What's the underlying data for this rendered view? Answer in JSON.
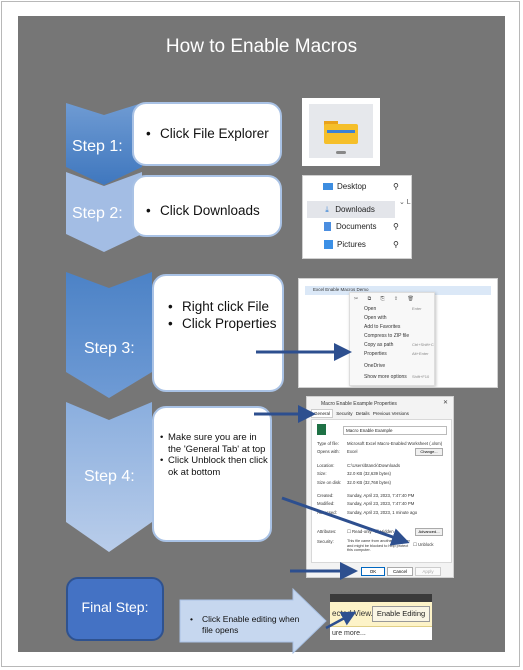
{
  "title": "How to Enable Macros",
  "steps": [
    {
      "label": "Step 1:",
      "bullets": [
        "Click File Explorer"
      ]
    },
    {
      "label": "Step 2:",
      "bullets": [
        "Click Downloads"
      ]
    },
    {
      "label": "Step 3:",
      "bullets": [
        "Right click File",
        "Click Properties"
      ]
    },
    {
      "label": "Step 4:",
      "bullets": [
        "Make sure you are in the 'General Tab' at top",
        "Click Unblock then click ok at bottom"
      ]
    }
  ],
  "final": {
    "label": "Final Step:",
    "bullet": "Click Enable editing when file opens"
  },
  "explorer_nav": {
    "desktop": "Desktop",
    "downloads": "Downloads",
    "documents": "Documents",
    "pictures": "Pictures"
  },
  "context_menu": {
    "tab": "Excel Enable Macros Demo",
    "items": [
      "Open",
      "Open with",
      "Add to Favorites",
      "Compress to ZIP file",
      "Copy as path",
      "Properties",
      "OneDrive",
      "Show more options"
    ],
    "shortcuts": [
      "Enter",
      "Ctrl+Shift+C",
      "Alt+Enter",
      "Shift+F10"
    ]
  },
  "properties": {
    "window_title": "Macro Enable Example Properties",
    "tabs": [
      "General",
      "Security",
      "Details",
      "Previous Versions"
    ],
    "filename": "Macro Enable Example",
    "rows": [
      {
        "k": "Type of file:",
        "v": "Microsoft Excel Macro-Enabled Worksheet (.xlsm)"
      },
      {
        "k": "Opens with:",
        "v": "Excel"
      },
      {
        "k": "Location:",
        "v": "C:\\Users\\btanck\\Downloads"
      },
      {
        "k": "Size:",
        "v": "32.0 KB (32,639 bytes)"
      },
      {
        "k": "Size on disk:",
        "v": "32.0 KB (32,768 bytes)"
      },
      {
        "k": "Created:",
        "v": "Sunday, April 23, 2023, 7:47:40 PM"
      },
      {
        "k": "Modified:",
        "v": "Sunday, April 23, 2023, 7:47:40 PM"
      },
      {
        "k": "Accessed:",
        "v": "Sunday, April 23, 2023, 1 minute ago"
      }
    ],
    "attributes_label": "Attributes:",
    "readonly": "Read-only",
    "hidden": "Hidden",
    "advanced": "Advanced...",
    "security_label": "Security:",
    "security_text": "This file came from another computer and might be blocked to help protect this computer.",
    "unblock": "Unblock",
    "change": "Change...",
    "ok": "OK",
    "cancel": "Cancel",
    "apply": "Apply"
  },
  "enable_bar": {
    "protected": "ected View.",
    "button": "Enable Editing",
    "bottom": "ure more..."
  },
  "colors": {
    "slide": "#767676",
    "chevron_dark": "#4a7fc0",
    "chevron_light": "#b7cbe9",
    "arrow": "#2d4f8f",
    "final_box": "#4472c4"
  }
}
